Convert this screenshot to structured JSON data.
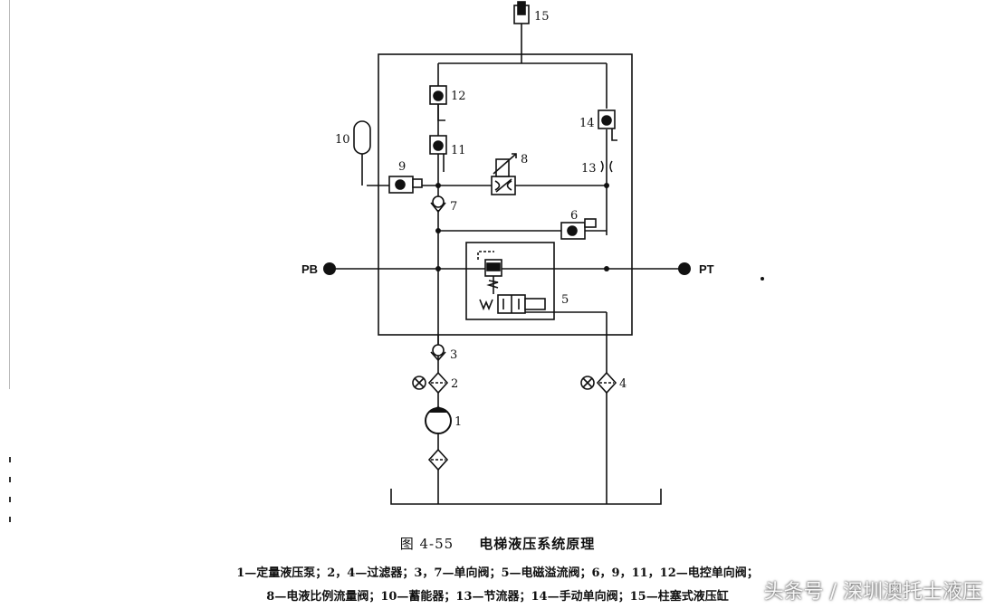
{
  "figure": {
    "number": "图 4-55",
    "title": "电梯液压系统原理",
    "legend_line1": "1—定量液压泵；2，4—过滤器；3，7—单向阀；5—电磁溢流阀；6，9，11，12—电控单向阀；",
    "legend_line2": "8—电液比例流量阀；10—蓄能器；13—节流器；14—手动单向阀；15—柱塞式液压缸"
  },
  "ports": {
    "pb": "PB",
    "pt": "PT"
  },
  "components": {
    "c1": "1",
    "c2": "2",
    "c3": "3",
    "c4": "4",
    "c5": "5",
    "c6": "6",
    "c7": "7",
    "c8": "8",
    "c9": "9",
    "c10": "10",
    "c11": "11",
    "c12": "12",
    "c13": "13",
    "c14": "14",
    "c15": "15"
  },
  "watermark": "头条号 / 深圳澳托士液压"
}
